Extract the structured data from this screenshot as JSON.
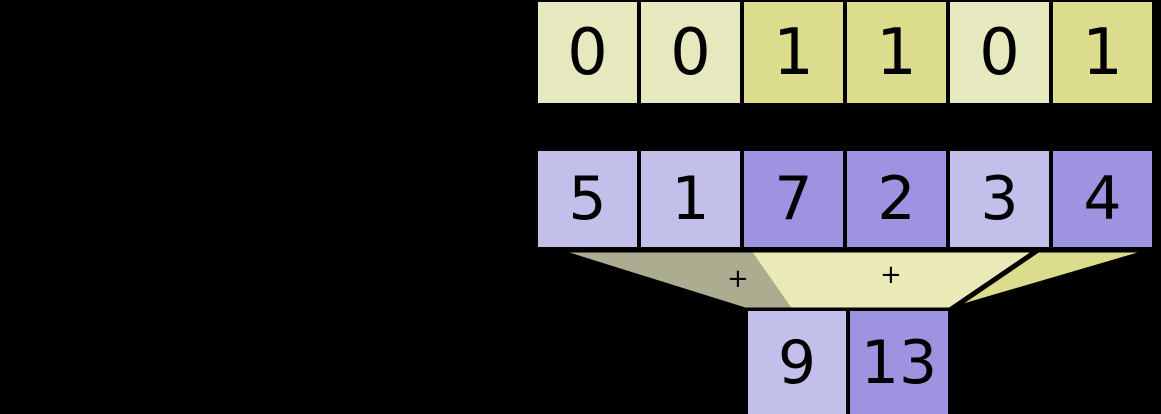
{
  "diagram": {
    "title": "segmented-scan-reduction",
    "type": "array-reduction-diagram",
    "background_color": "#000000",
    "colors": {
      "flag_light": "#e6e8be",
      "flag_dark": "#dcdd8c",
      "value_light": "#c3bfeb",
      "value_dark": "#9e93e0",
      "funnel_light": "#eeeec8",
      "funnel_dark": "#dcdd8c",
      "outline": "#000000",
      "text": "#000000"
    },
    "flags_row": {
      "name": "head-flags",
      "cells": [
        {
          "value": "0",
          "shade": "light"
        },
        {
          "value": "0",
          "shade": "light"
        },
        {
          "value": "1",
          "shade": "dark"
        },
        {
          "value": "1",
          "shade": "dark"
        },
        {
          "value": "0",
          "shade": "light"
        },
        {
          "value": "1",
          "shade": "dark"
        }
      ]
    },
    "values_row": {
      "name": "input-values",
      "cells": [
        {
          "value": "5",
          "shade": "light"
        },
        {
          "value": "1",
          "shade": "light"
        },
        {
          "value": "7",
          "shade": "dark"
        },
        {
          "value": "2",
          "shade": "dark"
        },
        {
          "value": "3",
          "shade": "light"
        },
        {
          "value": "4",
          "shade": "dark"
        }
      ]
    },
    "operators": [
      {
        "name": "plus-left",
        "symbol": "+"
      },
      {
        "name": "plus-right",
        "symbol": "+"
      }
    ],
    "result_row": {
      "name": "output-values",
      "cells": [
        {
          "value": "9",
          "shade": "light"
        },
        {
          "value": "13",
          "shade": "dark"
        }
      ]
    }
  }
}
